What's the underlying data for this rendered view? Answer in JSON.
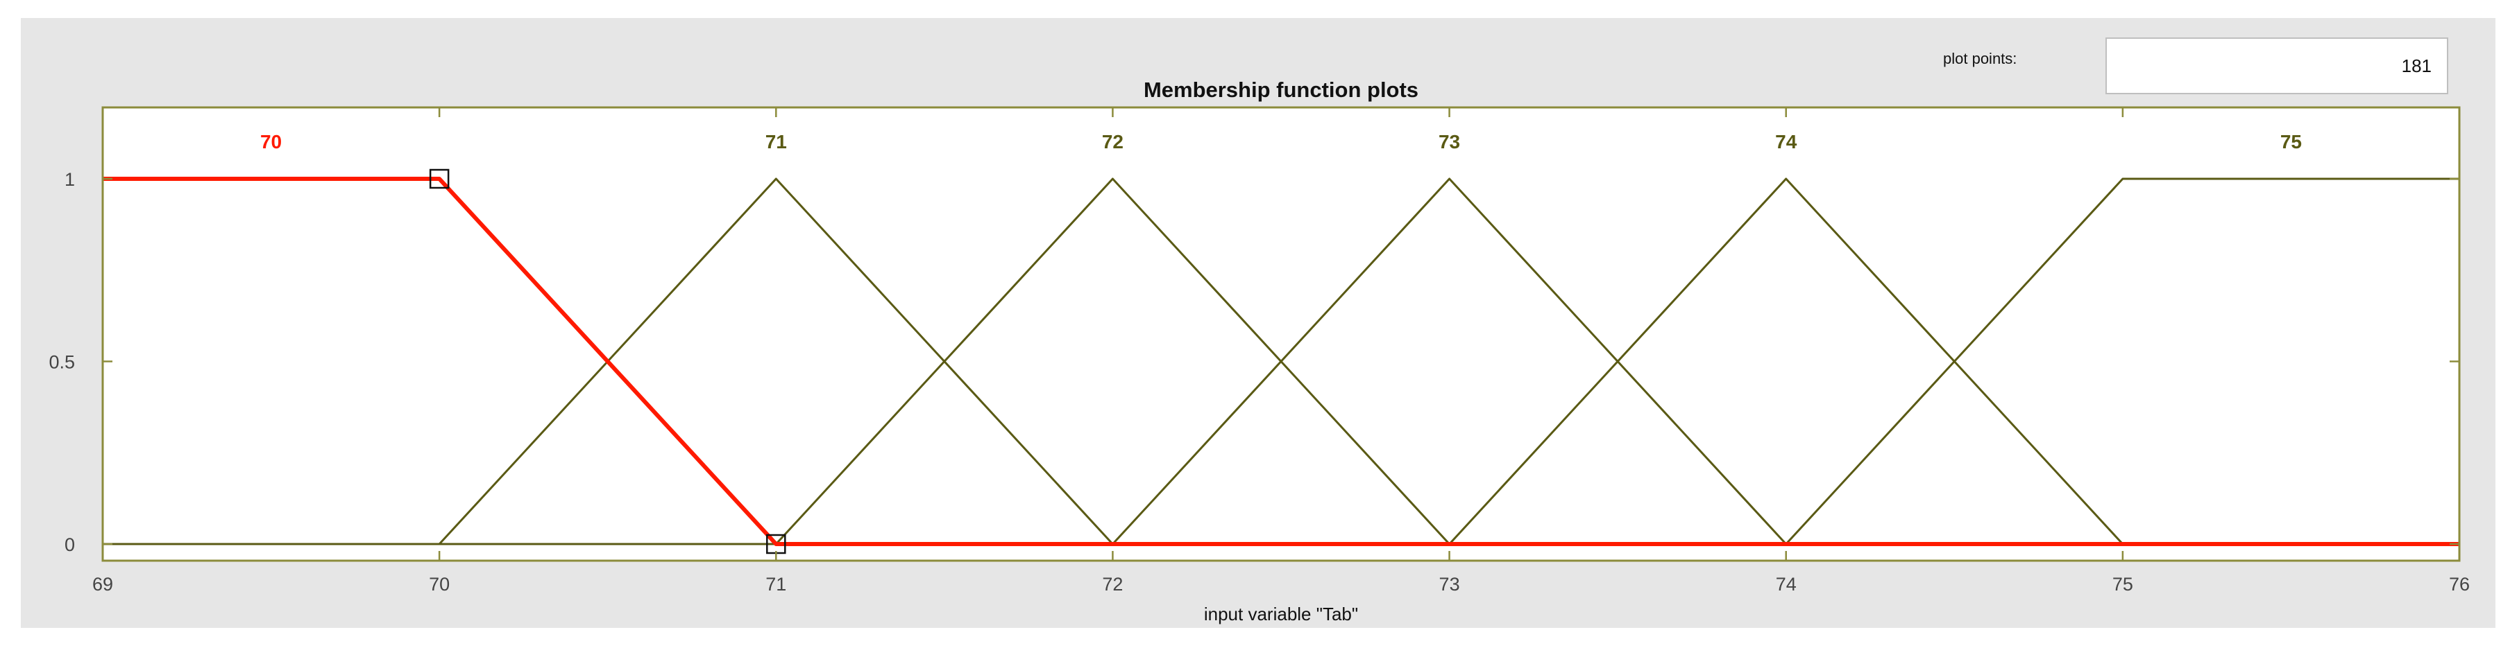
{
  "controls": {
    "plot_points_label": "plot points:",
    "plot_points_value": "181"
  },
  "colors": {
    "panel_background": "#e6e6e6",
    "axes_border": "#8c8c3c",
    "curve_default": "#5a5a14",
    "curve_selected": "#ff1a00"
  },
  "chart_data": {
    "type": "line",
    "title": "Membership function plots",
    "xlabel": "input variable \"Tab\"",
    "ylabel": "",
    "xlim": [
      69,
      76
    ],
    "ylim": [
      0,
      1
    ],
    "xticks": [
      "69",
      "70",
      "71",
      "72",
      "73",
      "74",
      "75",
      "76"
    ],
    "yticks": [
      "0",
      "0.5",
      "1"
    ],
    "grid": false,
    "selected_series": "70",
    "series": [
      {
        "name": "70",
        "label_x": 69.5,
        "x": [
          69,
          70,
          71,
          76
        ],
        "y": [
          1,
          1,
          0,
          0
        ],
        "selected": true
      },
      {
        "name": "71",
        "label_x": 71,
        "x": [
          69,
          70,
          71,
          72,
          76
        ],
        "y": [
          0,
          0,
          1,
          0,
          0
        ]
      },
      {
        "name": "72",
        "label_x": 72,
        "x": [
          69,
          71,
          72,
          73,
          76
        ],
        "y": [
          0,
          0,
          1,
          0,
          0
        ]
      },
      {
        "name": "73",
        "label_x": 73,
        "x": [
          69,
          72,
          73,
          74,
          76
        ],
        "y": [
          0,
          0,
          1,
          0,
          0
        ]
      },
      {
        "name": "74",
        "label_x": 74,
        "x": [
          69,
          73,
          74,
          75,
          76
        ],
        "y": [
          0,
          0,
          1,
          0,
          0
        ]
      },
      {
        "name": "75",
        "label_x": 75.5,
        "x": [
          69,
          74,
          75,
          76
        ],
        "y": [
          0,
          0,
          1,
          1
        ]
      }
    ],
    "selected_markers": [
      {
        "x": 70,
        "y": 1
      },
      {
        "x": 71,
        "y": 0
      }
    ]
  }
}
